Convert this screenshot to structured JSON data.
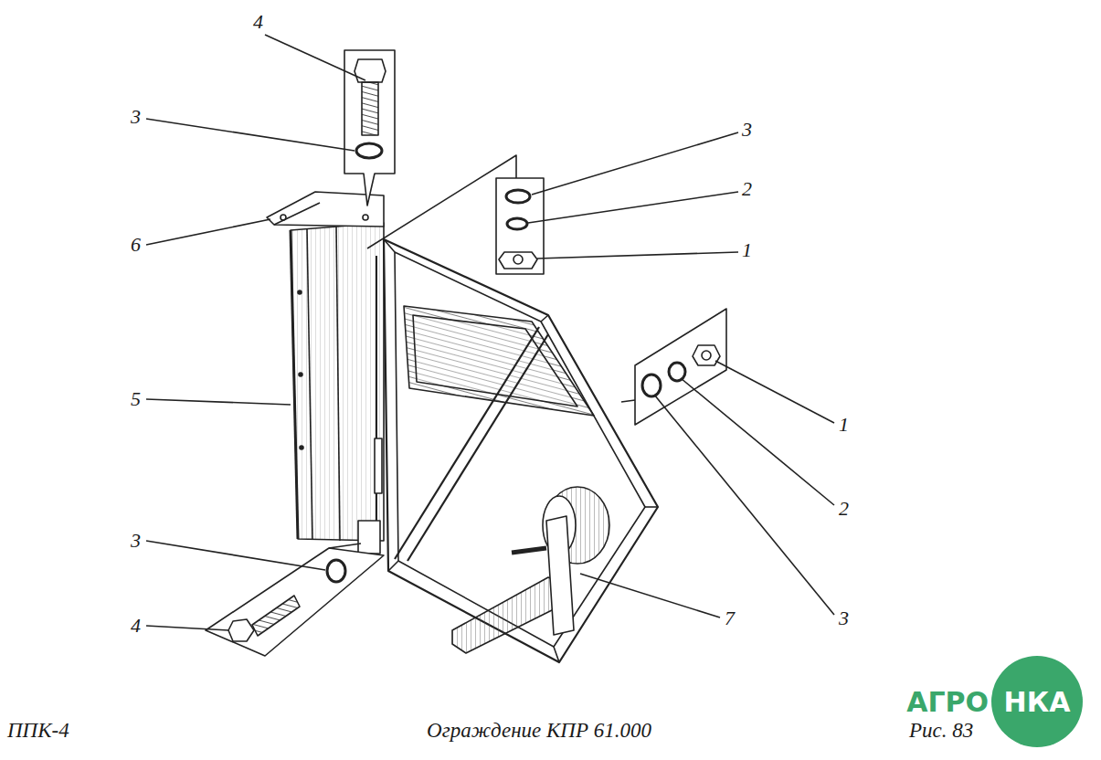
{
  "diagram": {
    "caption": "Ограждение КПР 61.000",
    "labels": [
      "4",
      "3",
      "3",
      "2",
      "6",
      "1",
      "5",
      "1",
      "2",
      "3",
      "7",
      "3",
      "4",
      "ППК-4",
      "Рис. 83",
      "АГРО",
      "НКА"
    ]
  }
}
